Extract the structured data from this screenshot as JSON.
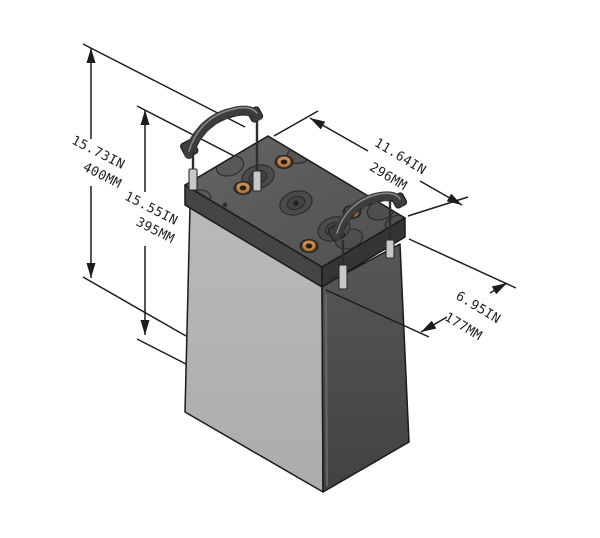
{
  "drawing": {
    "dimensions": {
      "overall_height": {
        "inches": "15.73IN",
        "mm": "400MM"
      },
      "case_height": {
        "inches": "15.55IN",
        "mm": "395MM"
      },
      "length": {
        "inches": "11.64IN",
        "mm": "296MM"
      },
      "depth": {
        "inches": "6.95IN",
        "mm": "177MM"
      }
    },
    "colors": {
      "background": "#ffffff",
      "line": "#1c1c1c",
      "case_left_face": "#b3b3b3",
      "case_right_face": "#4e4e4e",
      "lid_top": "#5a5a5a",
      "lid_side": "#3a3a3a",
      "handle": "#3d3d3d",
      "terminal_copper": "#b07b49",
      "clip": "#c8c8c8"
    }
  }
}
